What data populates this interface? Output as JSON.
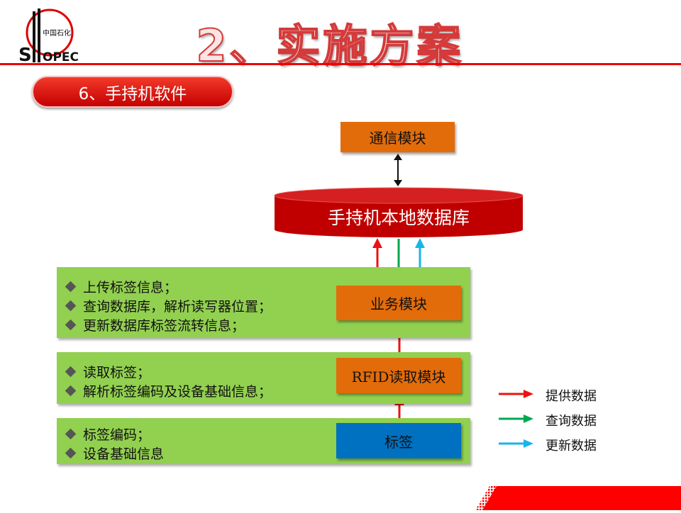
{
  "logo": {
    "brand": "SINOPEC",
    "chinese": "中国石化"
  },
  "title": "2、实施方案",
  "section_button": "6、手持机软件",
  "comm_module": "通信模块",
  "database": "手持机本地数据库",
  "layers": [
    {
      "module": "业务模块",
      "bullets": [
        "上传标签信息；",
        "查询数据库，解析读写器位置；",
        "更新数据库标签流转信息；"
      ]
    },
    {
      "module": "RFID读取模块",
      "bullets": [
        "读取标签；",
        "解析标签编码及设备基础信息；"
      ]
    },
    {
      "module": "标签",
      "bullets": [
        "标签编码；",
        "设备基础信息"
      ]
    }
  ],
  "legend": [
    {
      "label": "提供数据",
      "color": "#ee1111"
    },
    {
      "label": "查询数据",
      "color": "#00a850"
    },
    {
      "label": "更新数据",
      "color": "#19b4ea"
    }
  ],
  "colors": {
    "orange": "#e36c0a",
    "green": "#92d050",
    "blue": "#0070c0",
    "red": "#c00000"
  }
}
